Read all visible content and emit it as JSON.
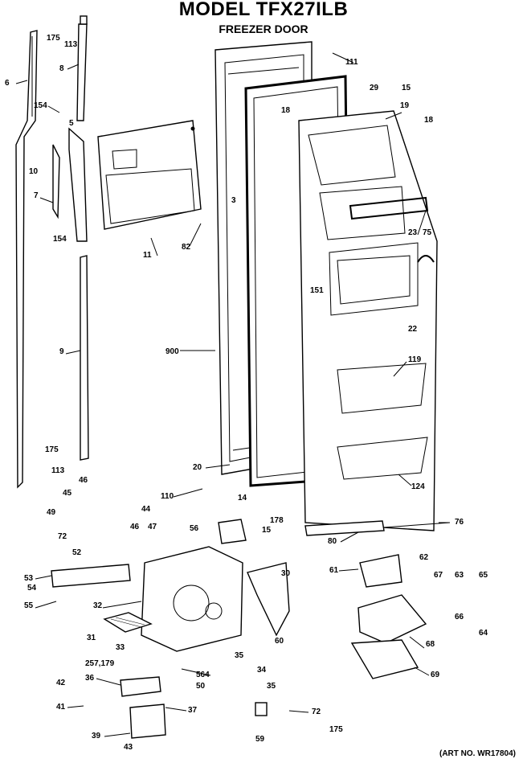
{
  "header": {
    "model_title": "MODEL TFX27ILB",
    "subtitle": "FREEZER DOOR"
  },
  "footer": {
    "art_no": "(ART NO. WR17804)"
  },
  "callouts": [
    "175",
    "113",
    "8",
    "6",
    "154",
    "5",
    "10",
    "7",
    "154",
    "9",
    "175",
    "113",
    "111",
    "29",
    "15",
    "19",
    "18",
    "18",
    "3",
    "82",
    "11",
    "23",
    "75",
    "151",
    "22",
    "900",
    "119",
    "20",
    "110",
    "14",
    "124",
    "178",
    "15",
    "76",
    "80",
    "46",
    "45",
    "44",
    "49",
    "47",
    "46",
    "72",
    "52",
    "56",
    "53",
    "54",
    "55",
    "32",
    "31",
    "33",
    "30",
    "61",
    "62",
    "67",
    "63",
    "65",
    "60",
    "66",
    "64",
    "68",
    "69",
    "35",
    "34",
    "35",
    "257,179",
    "36",
    "564",
    "50",
    "42",
    "41",
    "37",
    "72",
    "175",
    "39",
    "43",
    "59"
  ]
}
